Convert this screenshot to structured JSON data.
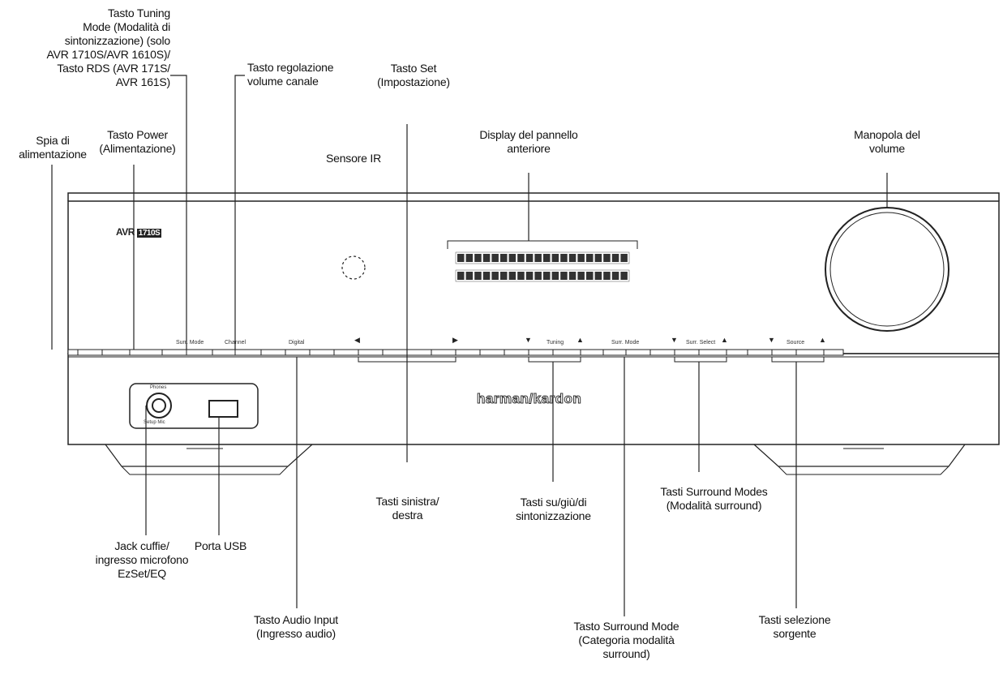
{
  "device": {
    "model_badge": "1710S",
    "model_prefix": "AVR",
    "brand": "harman/kardon",
    "panel_labels": {
      "surr_mode_top": "Surr. Mode",
      "channel": "Channel",
      "digital": "Digital",
      "tuning": "Tuning",
      "surr_mode": "Surr. Mode",
      "surr_select": "Surr. Select",
      "source": "Source",
      "phones": "Phones",
      "setup_mic": "Setup Mic"
    }
  },
  "callouts": {
    "power_led": [
      "Spia di",
      "alimentazione"
    ],
    "power_button": [
      "Tasto Power",
      "(Alimentazione)"
    ],
    "tuning_mode": [
      "Tasto Tuning",
      "Mode (Modalità di",
      "sintonizzazione) (solo",
      "AVR 1710S/AVR 1610S)/",
      "Tasto RDS (AVR 171S/",
      "AVR 161S)"
    ],
    "channel_volume": [
      "Tasto regolazione",
      "volume canale"
    ],
    "set_button": [
      "Tasto Set",
      "(Impostazione)"
    ],
    "ir_sensor": [
      "Sensore IR"
    ],
    "display": [
      "Display del pannello",
      "anteriore"
    ],
    "volume_knob": [
      "Manopola del",
      "volume"
    ],
    "headphone_jack": [
      "Jack cuffie/",
      "ingresso microfono",
      "EzSet/EQ"
    ],
    "usb_port": [
      "Porta USB"
    ],
    "left_right": [
      "Tasti sinistra/",
      "destra"
    ],
    "tuning_updown": [
      "Tasti su/giù/di",
      "sintonizzazione"
    ],
    "surround_modes": [
      "Tasti Surround Modes",
      "(Modalità surround)"
    ],
    "audio_input": [
      "Tasto Audio Input",
      "(Ingresso audio)"
    ],
    "surround_mode": [
      "Tasto Surround Mode",
      "(Categoria modalità",
      "surround)"
    ],
    "source_select": [
      "Tasti selezione",
      "sorgente"
    ]
  }
}
